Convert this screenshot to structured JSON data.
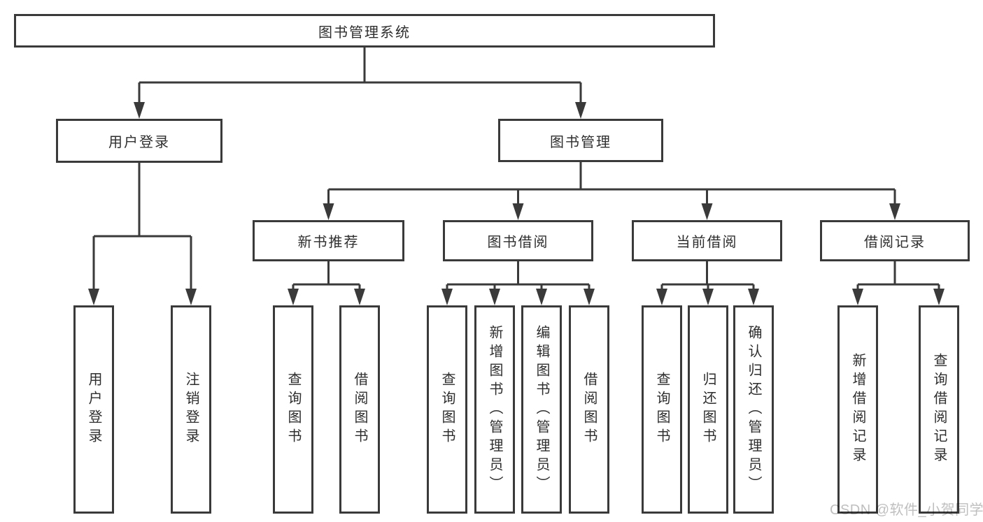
{
  "diagram_type": "hierarchy",
  "colors": {
    "line": "#3a3a3a",
    "box_border": "#3a3a3a",
    "text": "#2e2e2e",
    "watermark": "#bfbfbf",
    "background": "#ffffff"
  },
  "watermark": {
    "text": "CSDN @软件_小贺同学"
  },
  "tree": {
    "root": {
      "label": "图书管理系统"
    },
    "branches": [
      {
        "label": "用户登录",
        "children": [
          {
            "label": "用户登录"
          },
          {
            "label": "注销登录"
          }
        ]
      },
      {
        "label": "图书管理",
        "children": [
          {
            "label": "新书推荐",
            "children": [
              {
                "label": "查询图书"
              },
              {
                "label": "借阅图书"
              }
            ]
          },
          {
            "label": "图书借阅",
            "children": [
              {
                "label": "查询图书"
              },
              {
                "label": "新增图书（管理员）"
              },
              {
                "label": "编辑图书（管理员）"
              },
              {
                "label": "借阅图书"
              }
            ]
          },
          {
            "label": "当前借阅",
            "children": [
              {
                "label": "查询图书"
              },
              {
                "label": "归还图书"
              },
              {
                "label": "确认归还（管理员）"
              }
            ]
          },
          {
            "label": "借阅记录",
            "children": [
              {
                "label": "新增借阅记录"
              },
              {
                "label": "查询借阅记录"
              }
            ]
          }
        ]
      }
    ]
  }
}
